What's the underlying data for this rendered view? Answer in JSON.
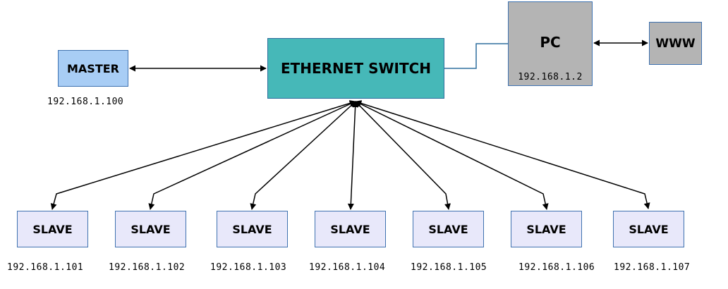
{
  "master": {
    "label": "MASTER",
    "ip": "192.168.1.100"
  },
  "switch": {
    "label": "ETHERNET SWITCH"
  },
  "pc": {
    "label": "PC",
    "ip": "192.168.1.2"
  },
  "www": {
    "label": "WWW"
  },
  "slaves": [
    {
      "label": "SLAVE",
      "ip": "192.168.1.101"
    },
    {
      "label": "SLAVE",
      "ip": "192.168.1.102"
    },
    {
      "label": "SLAVE",
      "ip": "192.168.1.103"
    },
    {
      "label": "SLAVE",
      "ip": "192.168.1.104"
    },
    {
      "label": "SLAVE",
      "ip": "192.168.1.105"
    },
    {
      "label": "SLAVE",
      "ip": "192.168.1.106"
    },
    {
      "label": "SLAVE",
      "ip": "192.168.1.107"
    }
  ],
  "colors": {
    "master_fill": "#a8cdf5",
    "switch_fill": "#46b8b8",
    "pc_fill": "#b4b4b4",
    "www_fill": "#b4b4b4",
    "slave_fill": "#e8e8fa",
    "border": "#3f72b0",
    "link_line": "#2f6e9e",
    "arrow": "#000000"
  }
}
